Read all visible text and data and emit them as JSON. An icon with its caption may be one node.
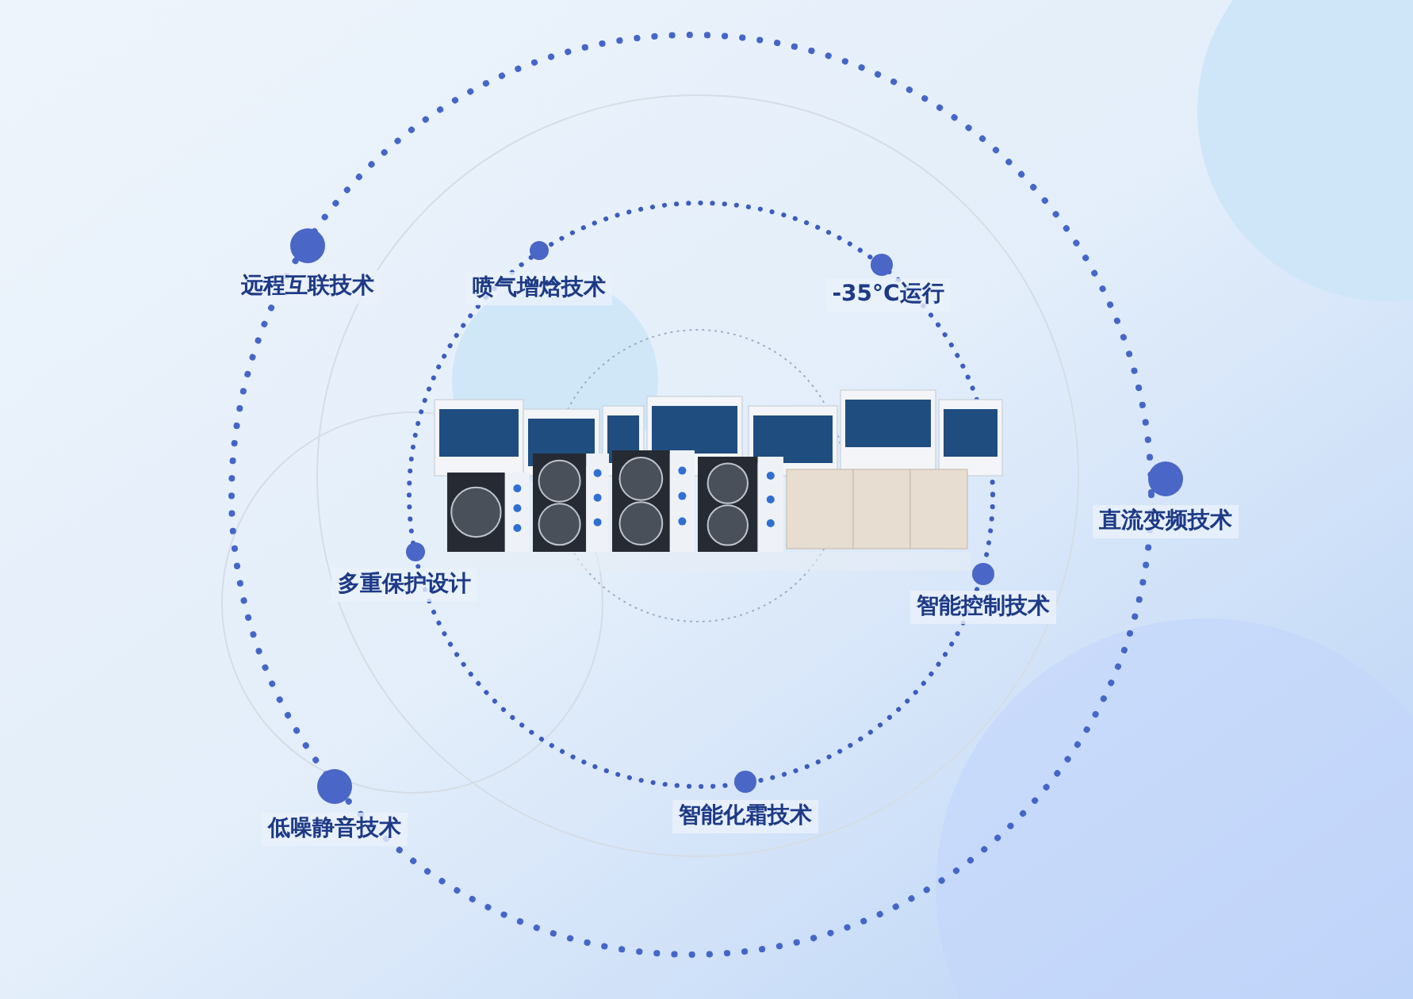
{
  "diagram": {
    "labels": [
      "远程互联技术",
      "喷气增焓技术",
      "-35°C运行",
      "直流变频技术",
      "多重保护设计",
      "智能控制技术",
      "低噪静音技术",
      "智能化霜技术"
    ]
  }
}
